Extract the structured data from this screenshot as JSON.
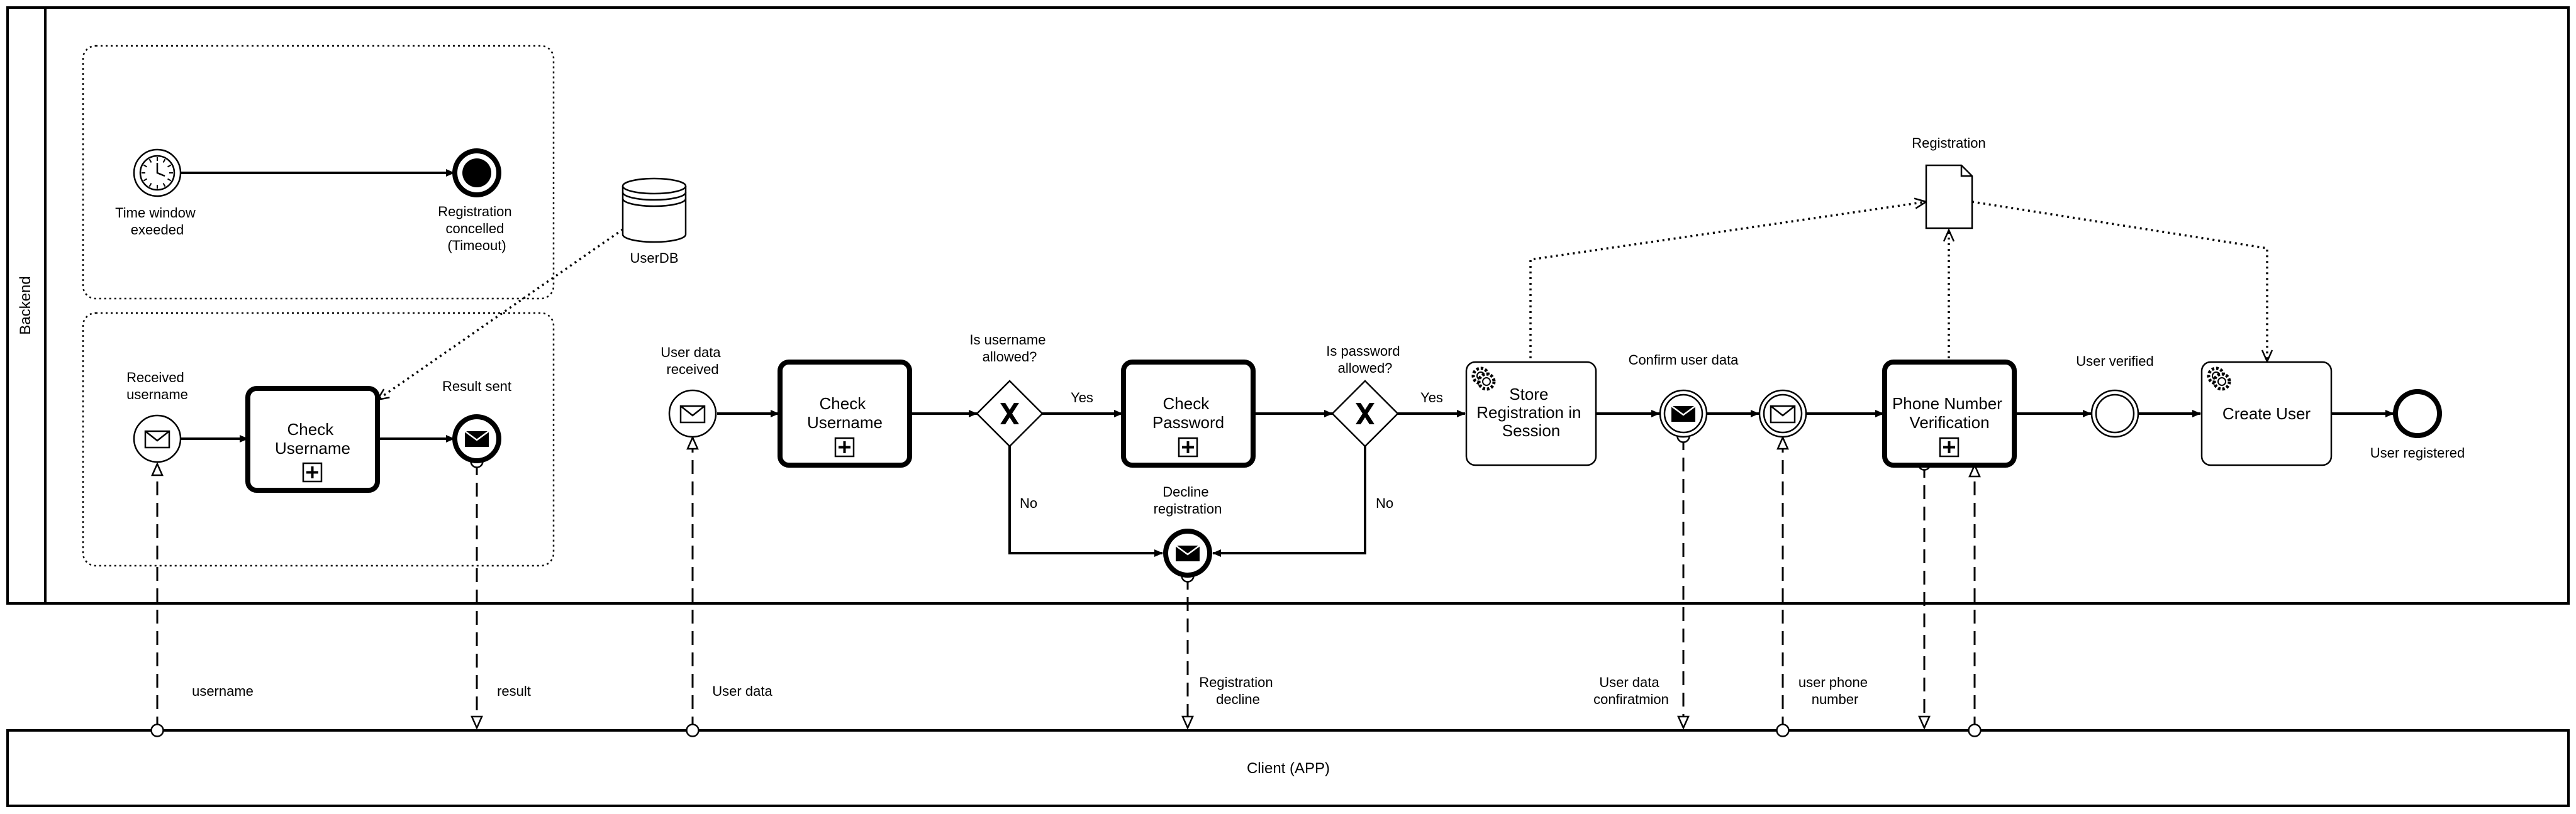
{
  "pools": {
    "backend": "Backend",
    "client": "Client (APP)"
  },
  "events": {
    "time_window": [
      "Time window",
      "exeeded"
    ],
    "timeout_end": [
      "Registration",
      "concelled",
      "(Timeout)"
    ],
    "received_username": [
      "Received",
      "username"
    ],
    "result_sent": [
      "Result sent"
    ],
    "user_data_received": [
      "User data",
      "received"
    ],
    "decline_registration": [
      "Decline",
      "registration"
    ],
    "confirm_user_data": [
      "Confirm user data"
    ],
    "user_verified": [
      "User verified"
    ],
    "user_registered": [
      "User registered"
    ]
  },
  "tasks": {
    "check_username_sub": [
      "Check",
      "Username"
    ],
    "check_username": [
      "Check",
      "Username"
    ],
    "check_password": [
      "Check",
      "Password"
    ],
    "store_registration": [
      "Store",
      "Registration in",
      "Session"
    ],
    "phone_verification": [
      "Phone Number",
      "Verification"
    ],
    "create_user": [
      "Create User"
    ]
  },
  "gateways": {
    "username_allowed": [
      "Is username",
      "allowed?"
    ],
    "password_allowed": [
      "Is password",
      "allowed?"
    ]
  },
  "flow_labels": {
    "yes_1": "Yes",
    "no_1": "No",
    "yes_2": "Yes",
    "no_2": "No"
  },
  "data": {
    "userdb": "UserDB",
    "registration": "Registration"
  },
  "message_labels": {
    "username": [
      "username"
    ],
    "result": [
      "result"
    ],
    "user_data": [
      "User data"
    ],
    "registration_decline": [
      "Registration",
      "decline"
    ],
    "user_data_confirmation": [
      "User data",
      "confiratmion"
    ],
    "user_phone_number": [
      "user phone",
      "number"
    ]
  },
  "icons": {
    "timer": "clock-icon",
    "message": "envelope-icon",
    "gateway": "exclusive-x-icon",
    "service": "gear-icon",
    "subprocess": "plus-marker-icon",
    "datastore": "database-icon",
    "dataobject": "document-icon"
  }
}
